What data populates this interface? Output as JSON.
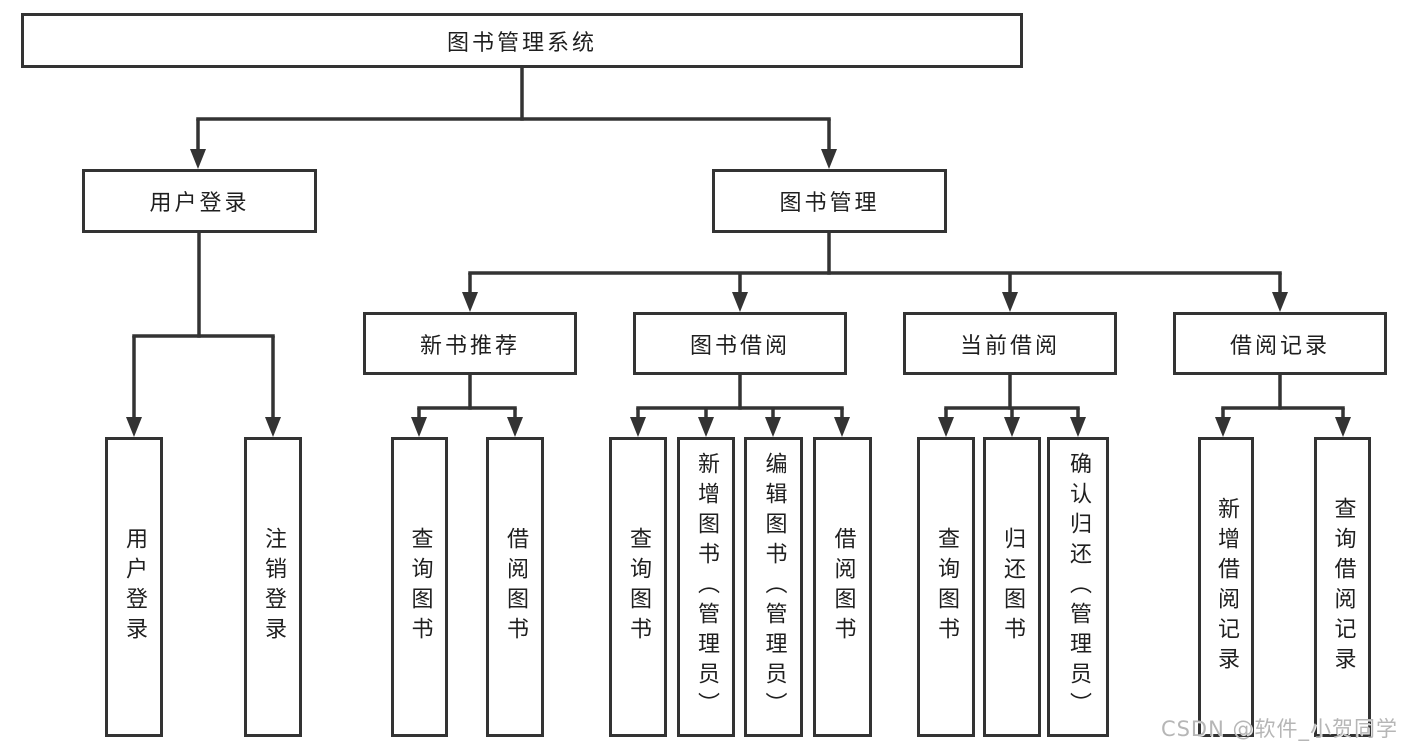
{
  "diagram": {
    "root": {
      "label": "图书管理系统"
    },
    "user_login": {
      "label": "用户登录",
      "children": [
        {
          "label": "用户登录"
        },
        {
          "label": "注销登录"
        }
      ]
    },
    "book_management": {
      "label": "图书管理",
      "modules": [
        {
          "label": "新书推荐",
          "children": [
            {
              "label": "查询图书"
            },
            {
              "label": "借阅图书"
            }
          ]
        },
        {
          "label": "图书借阅",
          "children": [
            {
              "label": "查询图书"
            },
            {
              "label": "新增图书（管理员）"
            },
            {
              "label": "编辑图书（管理员）"
            },
            {
              "label": "借阅图书"
            }
          ]
        },
        {
          "label": "当前借阅",
          "children": [
            {
              "label": "查询图书"
            },
            {
              "label": "归还图书"
            },
            {
              "label": "确认归还（管理员）"
            }
          ]
        },
        {
          "label": "借阅记录",
          "children": [
            {
              "label": "新增借阅记录"
            },
            {
              "label": "查询借阅记录"
            }
          ]
        }
      ]
    }
  },
  "watermark": {
    "text": "CSDN @软件_小贺同学"
  },
  "colors": {
    "line": "#333333",
    "text": "#1f1f1f",
    "background": "#ffffff",
    "watermark": "#b6b6b6"
  }
}
